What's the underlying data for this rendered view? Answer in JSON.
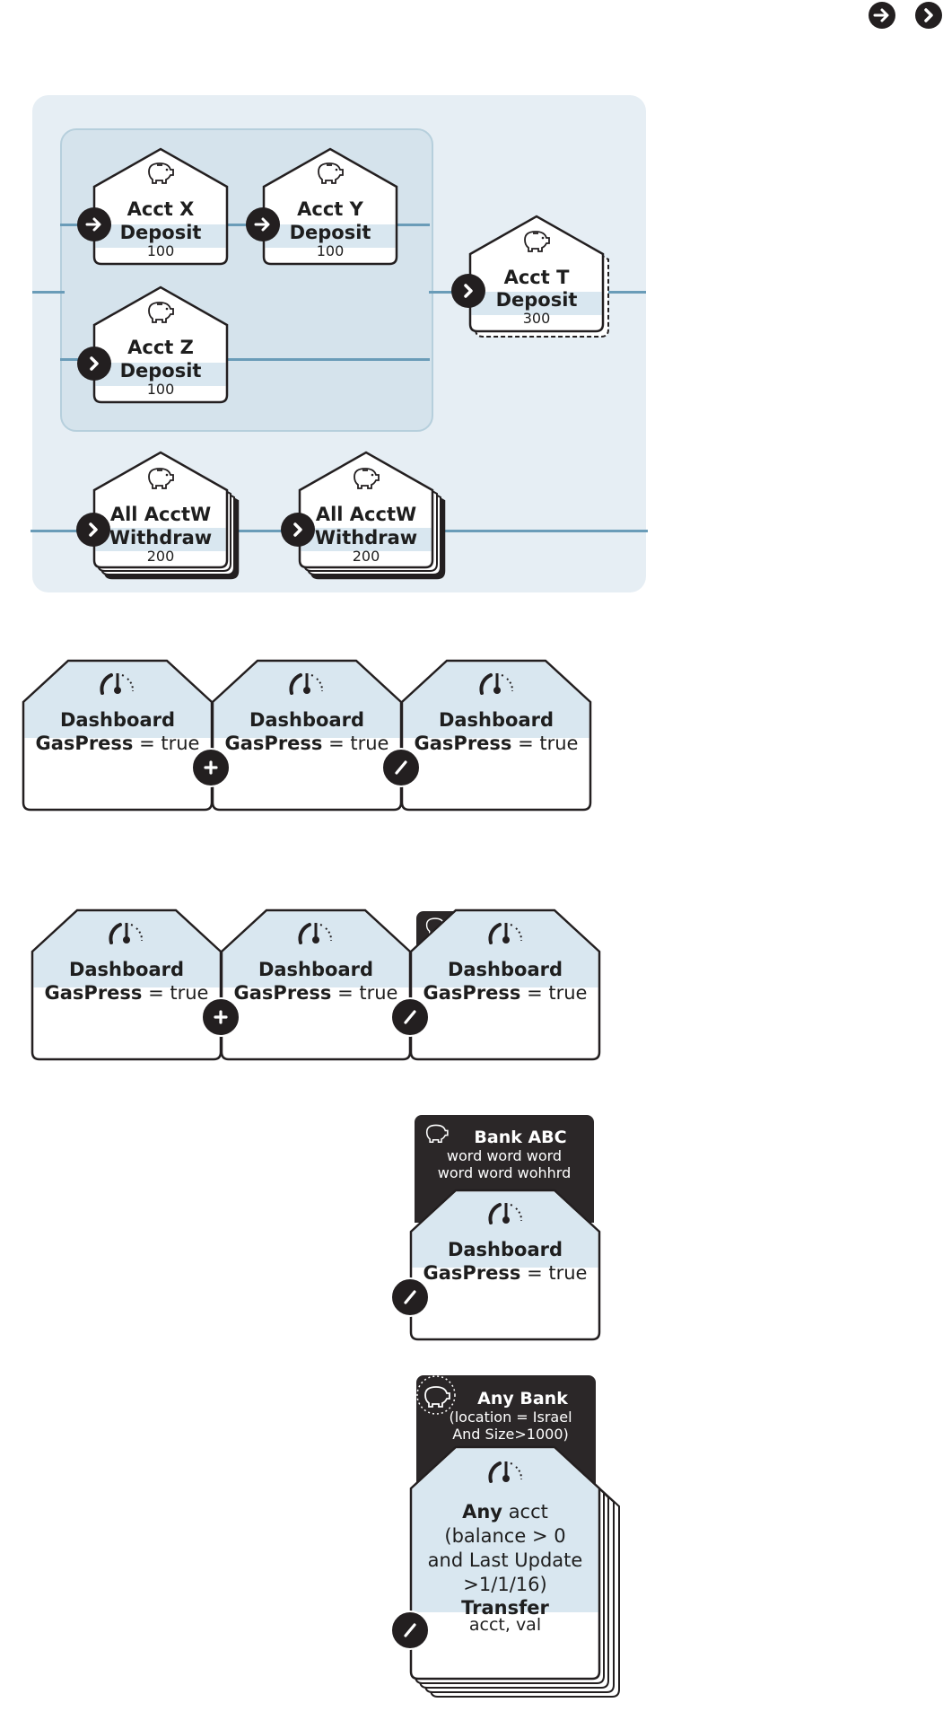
{
  "top_controls": {
    "icon1": "arrow-right-circle-icon",
    "icon2": "chevron-right-circle-icon"
  },
  "group1": {
    "acct_x": {
      "name": "Acct X",
      "action": "Deposit",
      "value": "100"
    },
    "acct_y": {
      "name": "Acct Y",
      "action": "Deposit",
      "value": "100"
    },
    "acct_z": {
      "name": "Acct Z",
      "action": "Deposit",
      "value": "100"
    },
    "acct_t": {
      "name": "Acct T",
      "action": "Deposit",
      "value": "300"
    },
    "withdraw_a": {
      "name": "All AcctW",
      "action": "Withdraw",
      "value": "200"
    },
    "withdraw_b": {
      "name": "All AcctW",
      "action": "Withdraw",
      "value": "200"
    }
  },
  "row1": {
    "cards": [
      {
        "title": "Dashboard",
        "cond_key": "GasPress",
        "cond_rest": " = true"
      },
      {
        "title": "Dashboard",
        "cond_key": "GasPress",
        "cond_rest": " = true"
      },
      {
        "title": "Dashboard",
        "cond_key": "GasPress",
        "cond_rest": " = true"
      }
    ]
  },
  "row2": {
    "cards": [
      {
        "title": "Dashboard",
        "cond_key": "GasPress",
        "cond_rest": " = true"
      },
      {
        "title": "Dashboard",
        "cond_key": "GasPress",
        "cond_rest": " = true"
      },
      {
        "title": "Dashboard",
        "cond_key": "GasPress",
        "cond_rest": " = true"
      }
    ]
  },
  "bank_card": {
    "bank_name": "Bank ABC",
    "line1": "word word word",
    "line2": "word word wohhrd",
    "title": "Dashboard",
    "cond_key": "GasPress",
    "cond_rest": " = true"
  },
  "any_card": {
    "bank_name": "Any Bank",
    "line1": "(location = Israel",
    "line2": "And Size>1000)",
    "any_bold": "Any",
    "any_rest": " acct",
    "cond1": "(balance > 0",
    "cond2": "and Last Update",
    "cond3": ">1/1/16)",
    "action": "Transfer",
    "params": "acct, val"
  },
  "colors": {
    "panel_outer": "#e6eef4",
    "panel_inner": "#d5e3ec",
    "line": "#6a9cb8",
    "card_top": "#ffffff",
    "card_band": "#d9e7f0",
    "dark": "#231f20"
  }
}
